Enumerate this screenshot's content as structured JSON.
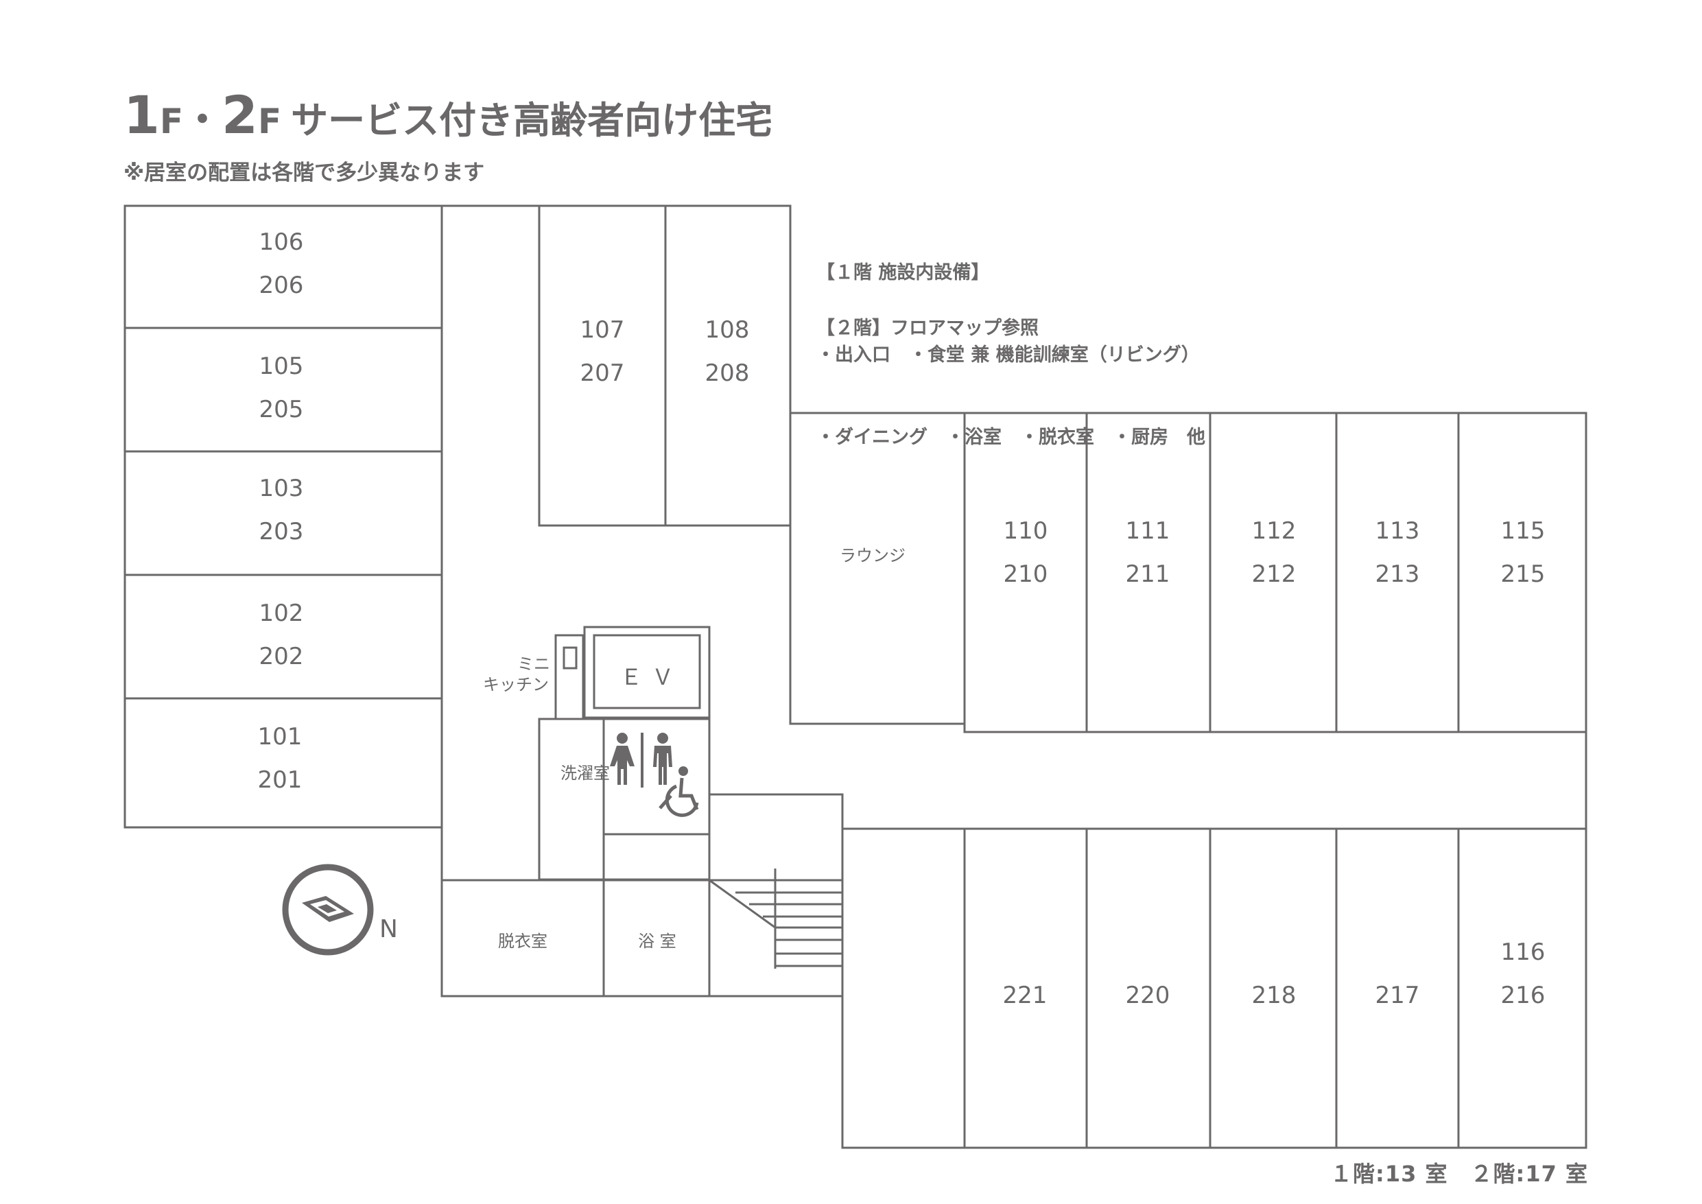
{
  "title": {
    "floor_a": "1",
    "unit_a": "F",
    "separator": "・",
    "floor_b": "2",
    "unit_b": "F",
    "text": "サービス付き高齢者向け住宅"
  },
  "subtitle": "※居室の配置は各階で多少異なります",
  "facilities": {
    "heading": "【１階 施設内設備】",
    "line1": "・出入口　・食堂 兼 機能訓練室（リビング）",
    "line2": "・ダイニング　・浴室　・脱衣室　・厨房　他",
    "floor2_note": "【２階】フロアマップ参照"
  },
  "rooms": {
    "r106": {
      "f1": "106",
      "f2": "206"
    },
    "r105": {
      "f1": "105",
      "f2": "205"
    },
    "r103": {
      "f1": "103",
      "f2": "203"
    },
    "r102": {
      "f1": "102",
      "f2": "202"
    },
    "r101": {
      "f1": "101",
      "f2": "201"
    },
    "r107": {
      "f1": "107",
      "f2": "207"
    },
    "r108": {
      "f1": "108",
      "f2": "208"
    },
    "r110": {
      "f1": "110",
      "f2": "210"
    },
    "r111": {
      "f1": "111",
      "f2": "211"
    },
    "r112": {
      "f1": "112",
      "f2": "212"
    },
    "r113": {
      "f1": "113",
      "f2": "213"
    },
    "r115": {
      "f1": "115",
      "f2": "215"
    },
    "r116": {
      "f1": "116",
      "f2": "216"
    },
    "r221": "221",
    "r220": "220",
    "r218": "218",
    "r217": "217"
  },
  "areas": {
    "lounge": "ラウンジ",
    "mini_kitchen_1": "ミニ",
    "mini_kitchen_2": "キッチン",
    "elevator": "ＥＶ",
    "laundry": "洗濯室",
    "changing_room": "脱衣室",
    "bath": "浴 室"
  },
  "compass": {
    "label": "N"
  },
  "room_count": "１階:13 室　２階:17 室",
  "colors": {
    "line": "#6a6868",
    "text": "#666464"
  },
  "icons": [
    "female-restroom-icon",
    "male-restroom-icon",
    "wheelchair-icon",
    "compass-icon"
  ]
}
